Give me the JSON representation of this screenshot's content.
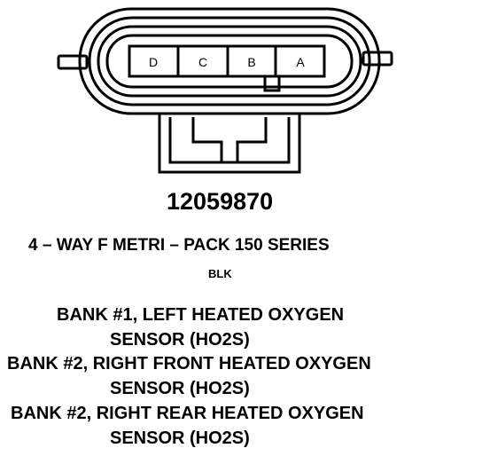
{
  "connector": {
    "terminals": [
      "D",
      "C",
      "B",
      "A"
    ]
  },
  "part_number": "12059870",
  "connector_type": "4 – WAY F METRI – PACK 150 SERIES",
  "color_code": "BLK",
  "description_lines": [
    "BANK #1, LEFT HEATED OXYGEN",
    "SENSOR (HO2S)",
    "BANK #2, RIGHT FRONT HEATED OXYGEN",
    "SENSOR (HO2S)",
    "BANK #2, RIGHT REAR HEATED OXYGEN",
    "SENSOR (HO2S)"
  ]
}
